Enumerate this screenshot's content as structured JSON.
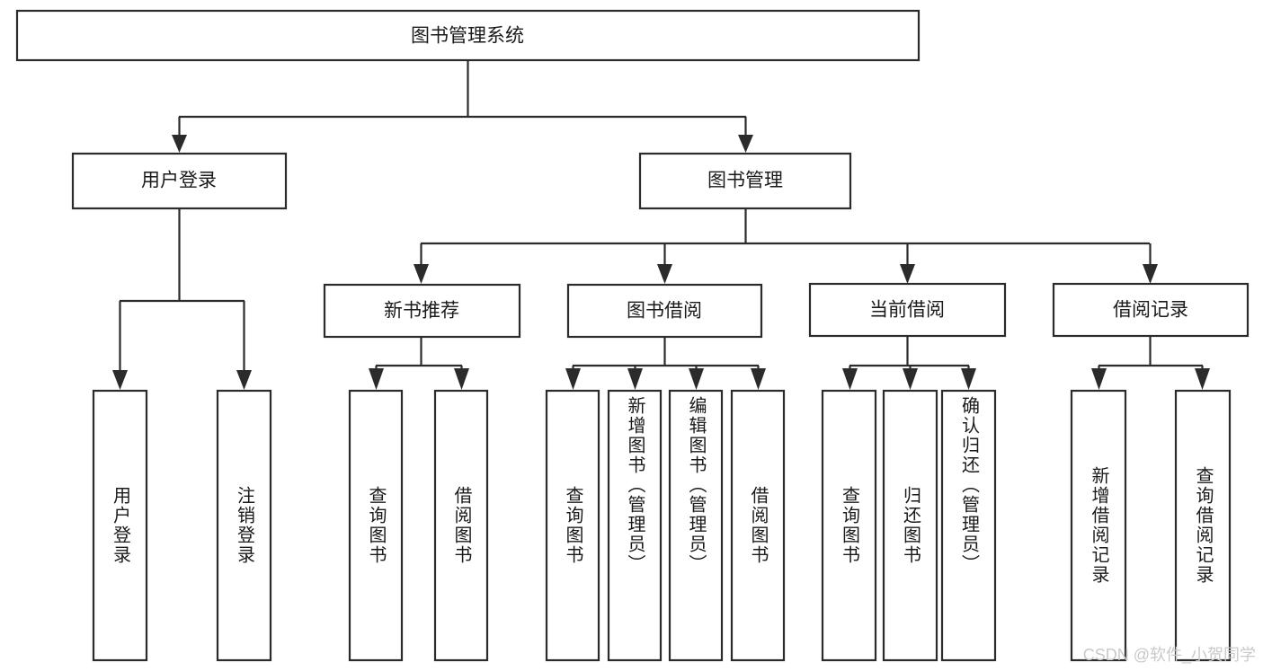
{
  "diagram": {
    "title": "图书管理系统",
    "root": {
      "label": "图书管理系统"
    },
    "level2": [
      {
        "label": "用户登录"
      },
      {
        "label": "图书管理"
      }
    ],
    "level3": [
      {
        "label": "新书推荐"
      },
      {
        "label": "图书借阅"
      },
      {
        "label": "当前借阅"
      },
      {
        "label": "借阅记录"
      }
    ],
    "leaves": {
      "user_login": [
        {
          "label": "用户登录"
        },
        {
          "label": "注销登录"
        }
      ],
      "new_book_recommend": [
        {
          "label": "查询图书"
        },
        {
          "label": "借阅图书"
        }
      ],
      "book_borrow": [
        {
          "label": "查询图书"
        },
        {
          "label": "新增图书（管理员）"
        },
        {
          "label": "编辑图书（管理员）"
        },
        {
          "label": "借阅图书"
        }
      ],
      "current_borrow": [
        {
          "label": "查询图书"
        },
        {
          "label": "归还图书"
        },
        {
          "label": "确认归还（管理员）"
        }
      ],
      "borrow_record": [
        {
          "label": "新增借阅记录"
        },
        {
          "label": "查询借阅记录"
        }
      ]
    }
  },
  "watermark": {
    "text": "CSDN @软件_小贺同学"
  },
  "colors": {
    "stroke": "#2b2b2b",
    "box_fill": "#ffffff",
    "text": "#1a1a1a",
    "watermark": "#c9c9c9",
    "background": "#ffffff"
  }
}
